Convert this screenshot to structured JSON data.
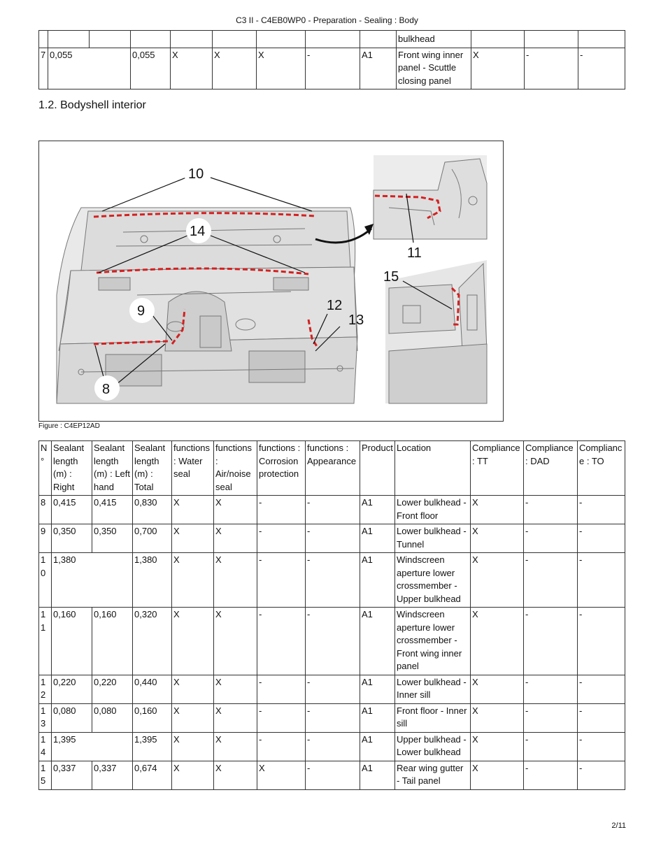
{
  "header": {
    "title": "C3 II - C4EB0WP0 - Preparation - Sealing : Body"
  },
  "top_table": {
    "rows": [
      {
        "n": "",
        "right": "",
        "left": "",
        "total": "",
        "water": "",
        "air": "",
        "corrosion": "",
        "appearance": "",
        "product": "",
        "location": "bulkhead",
        "tt": "",
        "dad": "",
        "to": ""
      },
      {
        "n": "7",
        "right": "0,055",
        "left": "",
        "total": "0,055",
        "water": "X",
        "air": "X",
        "corrosion": "X",
        "appearance": "-",
        "product": "A1",
        "location": "Front wing inner panel - Scuttle closing panel",
        "tt": "X",
        "dad": "-",
        "to": "-"
      }
    ]
  },
  "section": {
    "title": "1.2. Bodyshell interior"
  },
  "figure": {
    "caption": "Figure : C4EP12AD",
    "callouts": [
      "10",
      "14",
      "11",
      "15",
      "9",
      "12",
      "13",
      "8"
    ]
  },
  "main_table": {
    "headers": {
      "n": "N°",
      "right": "Sealant length (m) : Right",
      "left": "Sealant length (m) : Left hand",
      "total": "Sealant length (m) : Total",
      "water": "functions : Water seal",
      "air": "functions : Air/noise seal",
      "corrosion": "functions : Corrosion protection",
      "appearance": "functions : Appearance",
      "product": "Product",
      "location": "Location",
      "tt": "Compliance : TT",
      "dad": "Compliance : DAD",
      "to": "Compliance : TO"
    },
    "rows": [
      {
        "n": "8",
        "right": "0,415",
        "left": "0,415",
        "total": "0,830",
        "water": "X",
        "air": "X",
        "corrosion": "-",
        "appearance": "-",
        "product": "A1",
        "location": "Lower bulkhead - Front floor",
        "tt": "X",
        "dad": "-",
        "to": "-"
      },
      {
        "n": "9",
        "right": "0,350",
        "left": "0,350",
        "total": "0,700",
        "water": "X",
        "air": "X",
        "corrosion": "-",
        "appearance": "-",
        "product": "A1",
        "location": "Lower bulkhead - Tunnel",
        "tt": "X",
        "dad": "-",
        "to": "-"
      },
      {
        "n": "10",
        "right": "1,380",
        "left": "",
        "total": "1,380",
        "water": "X",
        "air": "X",
        "corrosion": "-",
        "appearance": "-",
        "product": "A1",
        "location": "Windscreen aperture lower crossmember - Upper bulkhead",
        "tt": "X",
        "dad": "-",
        "to": "-"
      },
      {
        "n": "11",
        "right": "0,160",
        "left": "0,160",
        "total": "0,320",
        "water": "X",
        "air": "X",
        "corrosion": "-",
        "appearance": "-",
        "product": "A1",
        "location": "Windscreen aperture lower crossmember - Front wing inner panel",
        "tt": "X",
        "dad": "-",
        "to": "-"
      },
      {
        "n": "12",
        "right": "0,220",
        "left": "0,220",
        "total": "0,440",
        "water": "X",
        "air": "X",
        "corrosion": "-",
        "appearance": "-",
        "product": "A1",
        "location": "Lower bulkhead - Inner sill",
        "tt": "X",
        "dad": "-",
        "to": "-"
      },
      {
        "n": "13",
        "right": "0,080",
        "left": "0,080",
        "total": "0,160",
        "water": "X",
        "air": "X",
        "corrosion": "-",
        "appearance": "-",
        "product": "A1",
        "location": "Front floor - Inner sill",
        "tt": "X",
        "dad": "-",
        "to": "-"
      },
      {
        "n": "14",
        "right": "1,395",
        "left": "",
        "total": "1,395",
        "water": "X",
        "air": "X",
        "corrosion": "-",
        "appearance": "-",
        "product": "A1",
        "location": "Upper bulkhead - Lower bulkhead",
        "tt": "X",
        "dad": "-",
        "to": "-"
      },
      {
        "n": "15",
        "right": "0,337",
        "left": "0,337",
        "total": "0,674",
        "water": "X",
        "air": "X",
        "corrosion": "X",
        "appearance": "-",
        "product": "A1",
        "location": "Rear wing gutter - Tail panel",
        "tt": "X",
        "dad": "-",
        "to": "-"
      }
    ]
  },
  "footer": {
    "page": "2/11"
  },
  "colors": {
    "sealant_line": "#d42020",
    "drawing": "#555555"
  }
}
